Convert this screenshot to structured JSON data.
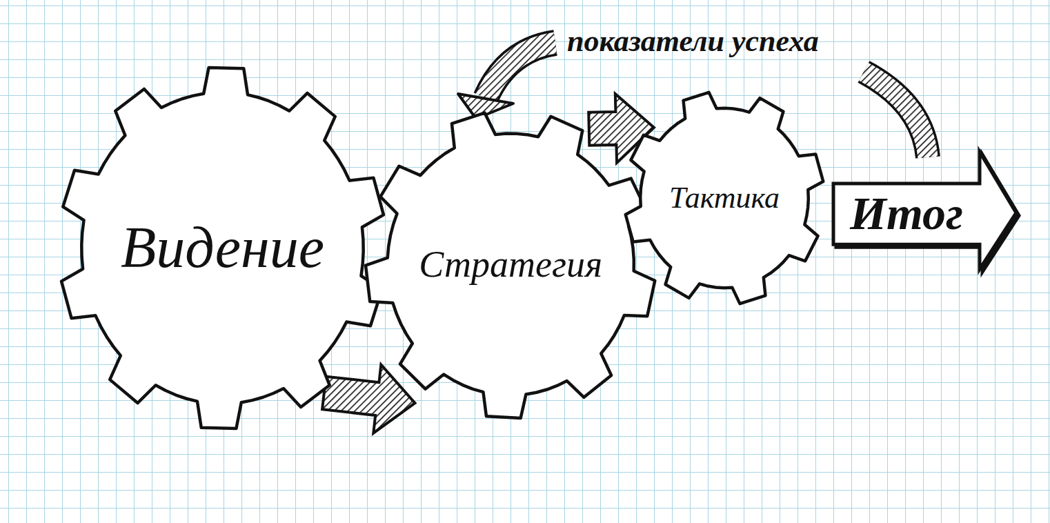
{
  "diagram": {
    "nodes": [
      {
        "text": [
          "Видение"
        ]
      },
      {
        "text": [
          "Стратегия"
        ]
      },
      {
        "text": [
          "Тактика"
        ]
      },
      {
        "text": [
          "Итог"
        ]
      }
    ],
    "edges": [
      {
        "from": 0,
        "to": 1,
        "arrow": "to"
      },
      {
        "from": 1,
        "to": 2,
        "arrow": "to"
      }
    ],
    "labels": [
      "показатели успеха"
    ]
  }
}
